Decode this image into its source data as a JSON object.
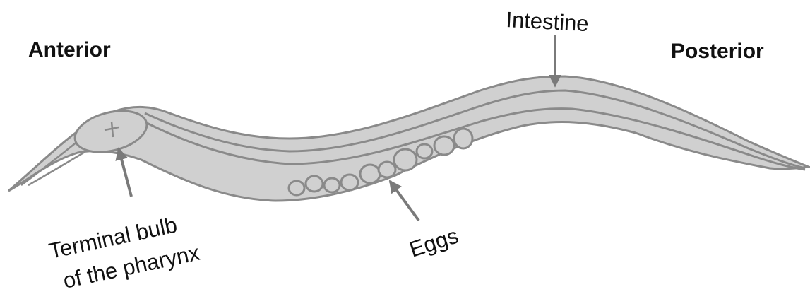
{
  "labels": {
    "anterior": "Anterior",
    "posterior": "Posterior",
    "intestine": "Intestine",
    "eggs": "Eggs",
    "terminal_bulb_line1": "Terminal bulb",
    "terminal_bulb_line2": "of the pharynx"
  },
  "colors": {
    "body_fill": "#d0d0d0",
    "outline": "#8a8a8a",
    "arrow": "#7a7a7a",
    "text": "#111111"
  }
}
